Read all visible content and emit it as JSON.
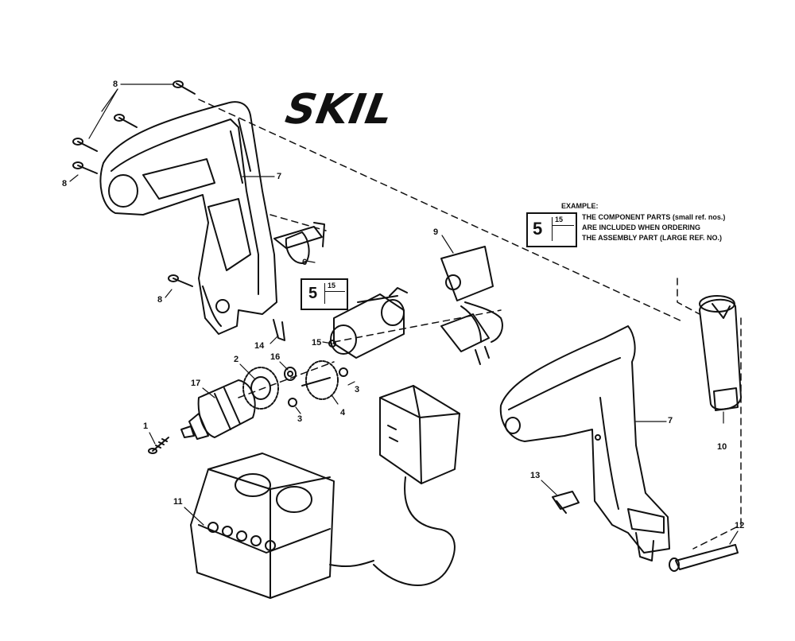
{
  "brand": "SKIL",
  "example": {
    "heading": "EXAMPLE:",
    "big_number": "5",
    "small_number": "15",
    "lines": [
      "THE COMPONENT PARTS (small ref. nos.)",
      "ARE INCLUDED WHEN ORDERING",
      "THE ASSEMBLY PART (LARGE REF. NO.)"
    ]
  },
  "assembly_ref": {
    "big_number": "5",
    "small_number": "15"
  },
  "part_labels": {
    "p8a": "8",
    "p8b": "8",
    "p8c": "8",
    "p7a": "7",
    "p7b": "7",
    "p6": "6",
    "p9": "9",
    "p14": "14",
    "p15": "15",
    "p16": "16",
    "p2": "2",
    "p17": "17",
    "p3a": "3",
    "p3b": "3",
    "p4": "4",
    "p1": "1",
    "p11": "11",
    "p13": "13",
    "p10": "10",
    "p12": "12"
  }
}
